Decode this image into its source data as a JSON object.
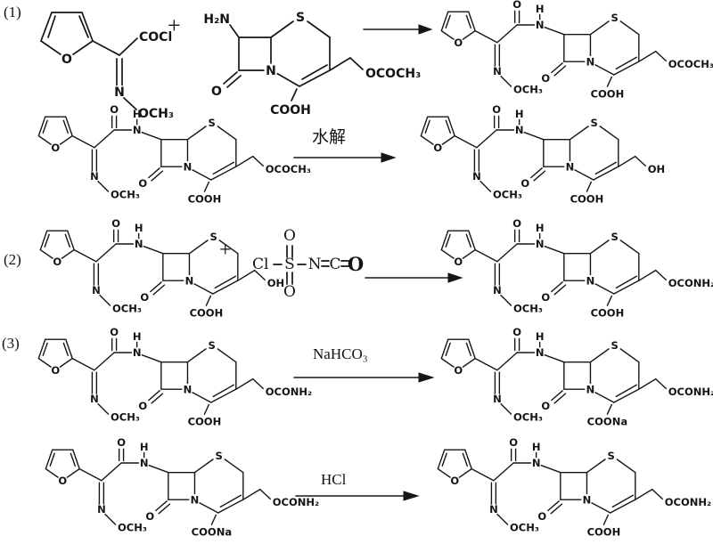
{
  "labels": {
    "step1": "(1)",
    "step2": "(2)",
    "step3": "(3)",
    "plus": "+"
  },
  "reagents": {
    "hydrolysis": "水解",
    "sodium_bicarbonate": "NaHCO₃",
    "hydrochloric_acid": "HCl"
  },
  "atoms": {
    "o": "O",
    "s": "S",
    "n": "N",
    "h": "H",
    "c": "C",
    "cl": "Cl"
  },
  "groups": {
    "cocl": "COCl",
    "och3": "OCH₃",
    "h2n": "H₂N",
    "cooh": "COOH",
    "coona": "COONa",
    "ococh3": "OCOCH₃",
    "oh": "OH",
    "oconh2": "OCONH₂"
  }
}
